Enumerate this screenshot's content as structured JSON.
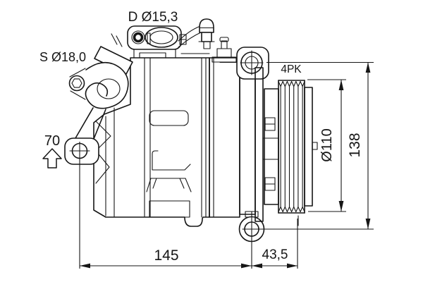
{
  "drawing": {
    "type": "engineering-line-drawing",
    "subject": "Automotive A/C compressor with clutch pulley, side elevation with dimensions",
    "background_color": "#ffffff",
    "line_color": "#161616"
  },
  "labels": {
    "discharge_port": "D Ø15,3",
    "suction_port": "S Ø18,0",
    "direction_ref": "70",
    "belt_profile": "4PK",
    "pulley_diameter": "Ø110",
    "overall_height": "138",
    "mounting_length": "145",
    "pulley_offset": "43,5"
  },
  "icons": {
    "direction_arrow": "hollow-up-arrow",
    "dimension_arrowheads": "filled-triangle"
  }
}
